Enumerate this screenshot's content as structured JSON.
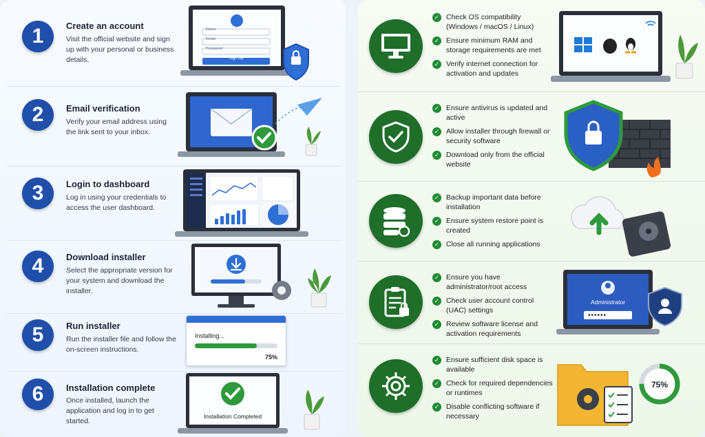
{
  "left_steps": [
    {
      "number": "1",
      "title": "Create an account",
      "description": "Visit the official website and sign up with your personal or business details.",
      "form": {
        "name": "Name",
        "email": "Email",
        "password": "Password",
        "button": "Sign Up"
      }
    },
    {
      "number": "2",
      "title": "Email verification",
      "description": "Verify your email address using the link sent to your inbox."
    },
    {
      "number": "3",
      "title": "Login to dashboard",
      "description": "Log in using your credentials to access the user dashboard."
    },
    {
      "number": "4",
      "title": "Download installer",
      "description": "Select the appropriate version for your system and download the installer."
    },
    {
      "number": "5",
      "title": "Run installer",
      "description": "Run the installer file and follow the on-screen instructions.",
      "progress": {
        "label": "Installing...",
        "percent_text": "75%",
        "value": 0.75
      }
    },
    {
      "number": "6",
      "title": "Installation complete",
      "description": "Once installed, launch the application and log in to get started.",
      "screen_text": "Installation Completed"
    }
  ],
  "right_sections": [
    {
      "icon": "monitor-icon",
      "items": [
        "Check OS compatibility (Windows / macOS / Linux)",
        "Ensure minimum RAM and storage requirements are met",
        "Verify internet connection for activation and updates"
      ]
    },
    {
      "icon": "shield-check-icon",
      "items": [
        "Ensure antivirus is updated and active",
        "Allow installer through firewall or security software",
        "Download only from the official website"
      ]
    },
    {
      "icon": "database-restore-icon",
      "items": [
        "Backup important data before installation",
        "Ensure system restore point is created",
        "Close all running applications"
      ]
    },
    {
      "icon": "clipboard-lock-icon",
      "items": [
        "Ensure you have administrator/root access",
        "Check user account control (UAC) settings",
        "Review software license and activation requirements"
      ],
      "admin": {
        "label": "Administrator",
        "password": "••••••"
      }
    },
    {
      "icon": "gear-icon",
      "items": [
        "Ensure sufficient disk space is available",
        "Check for required dependencies or runtimes",
        "Disable conflicting software if necessary"
      ],
      "gauge": {
        "text": "75%",
        "value": 0.75
      }
    }
  ],
  "colors": {
    "blue": "#1f4faa",
    "green": "#1f6e2a",
    "check": "#1f8a34"
  }
}
